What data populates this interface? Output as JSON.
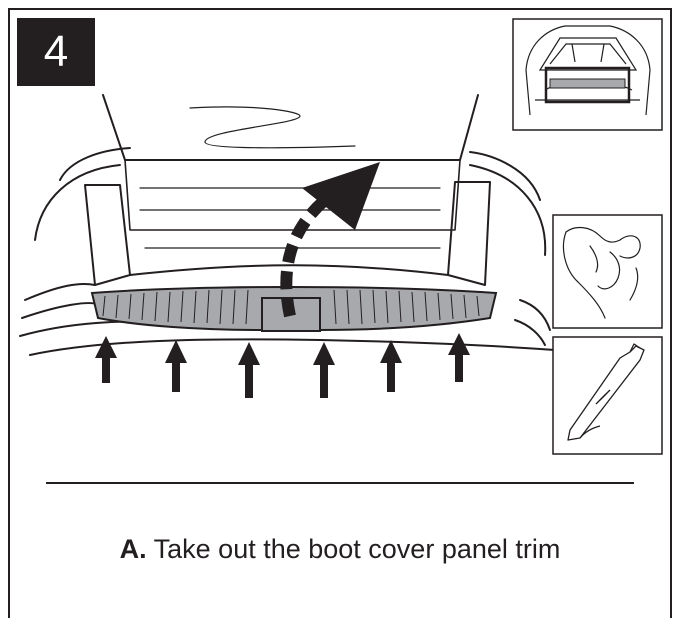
{
  "step": {
    "number": "4"
  },
  "instruction": {
    "letter": "A.",
    "text": "Take out the boot cover panel trim"
  },
  "insets": {
    "car_rear_view": "car-rear-view-icon",
    "hand_pinch": "hand-pinch-icon",
    "trim_tool": "trim-removal-tool-icon"
  },
  "colors": {
    "ink": "#231f20",
    "panel_fill": "#a7a9ac"
  }
}
